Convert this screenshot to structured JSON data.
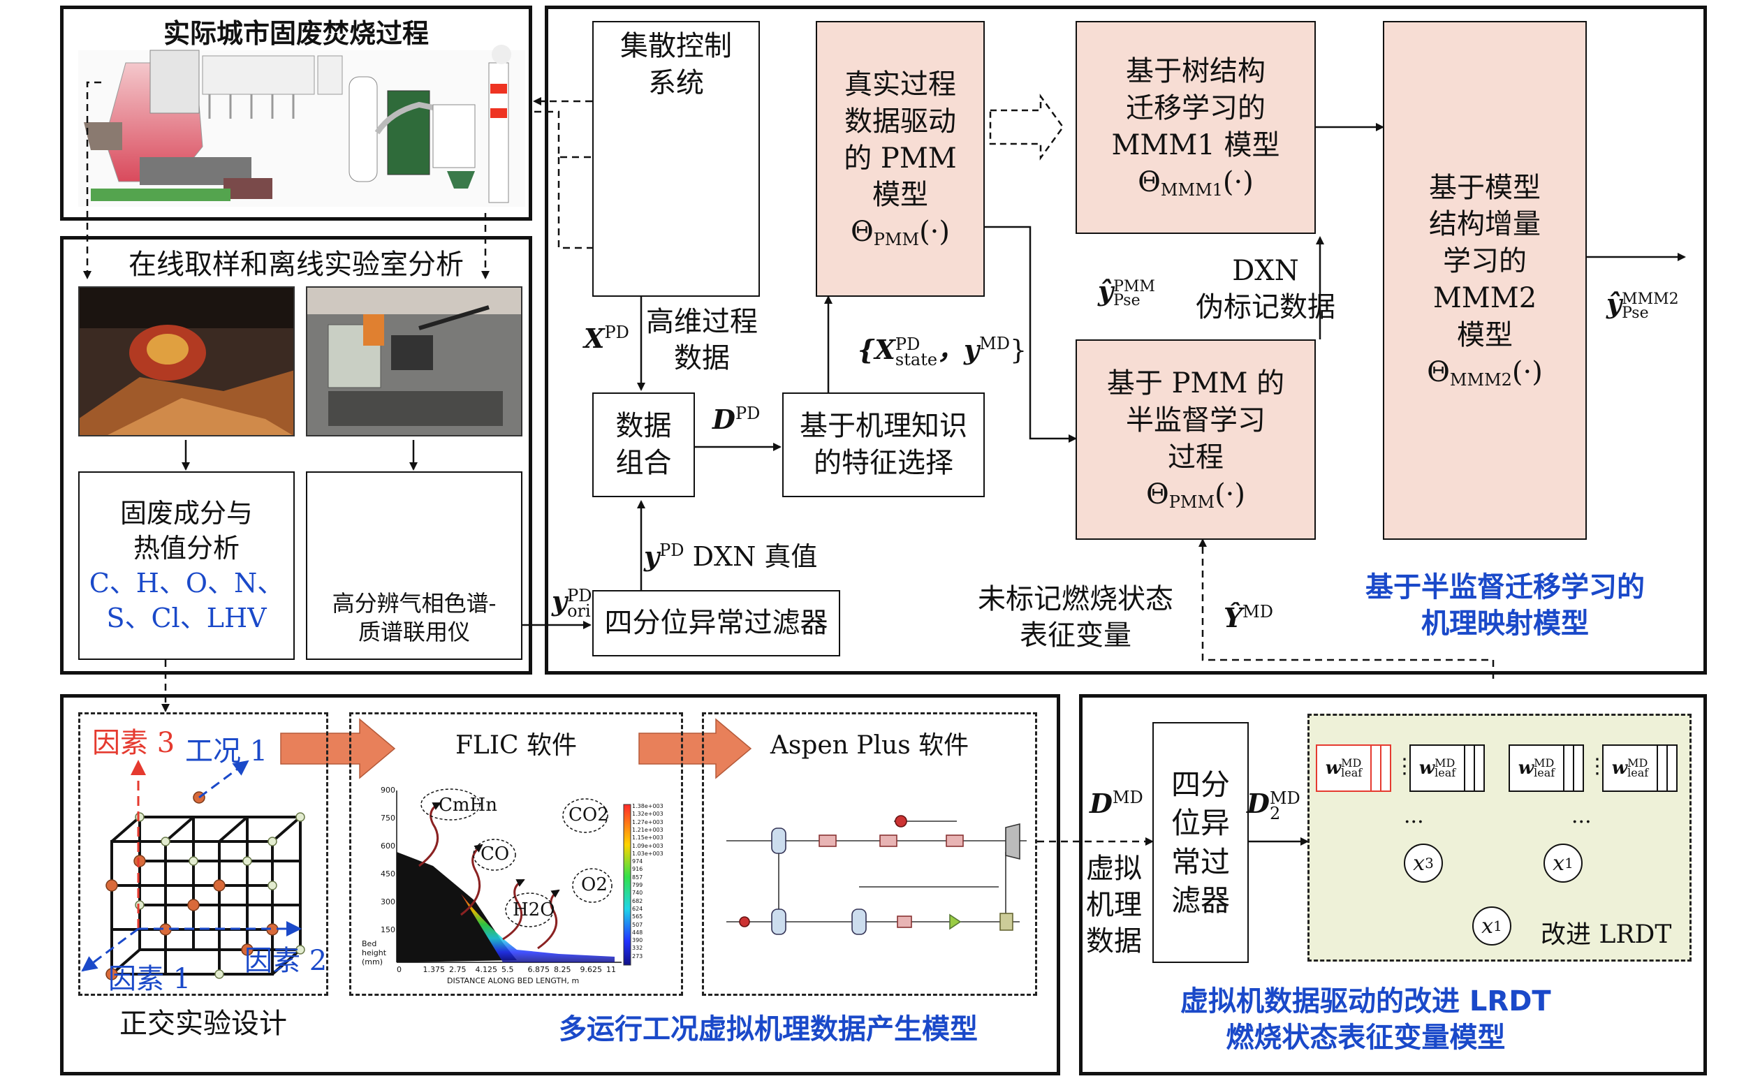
{
  "panel_top_left": {
    "title": "实际城市固废焚烧过程"
  },
  "panel_sampling": {
    "title": "在线取样和离线实验室分析",
    "analysis_box": {
      "line1": "固废成分与",
      "line2": "热值分析",
      "elements_line1": "C、H、O、N、",
      "elements_line2": "S、Cl、LHV"
    },
    "gcms_box": {
      "line1": "高分辨气相色谱-",
      "line2": "质谱联用仪"
    }
  },
  "dcs": {
    "line1": "集散控制",
    "line2": "系统"
  },
  "labels": {
    "x_pd": "X",
    "x_pd_sup": "PD",
    "high_dim_line1": "高维过程",
    "high_dim_line2": "数据",
    "d_pd": "D",
    "d_pd_sup": "PD",
    "y_pd": "y",
    "y_pd_sup": "PD",
    "dxn_true": "DXN 真值",
    "y_ori": "y",
    "y_ori_sup": "PD",
    "y_ori_sub": "ori",
    "x_state_set": "{X",
    "x_state_sup": "PD",
    "x_state_sub": "state",
    "x_state_y": "，y",
    "x_state_y_sup": "MD",
    "x_state_close": "}",
    "y_pse_pmm": "ŷ",
    "y_pse_pmm_sup": "PMM",
    "y_pse_pmm_sub": "Pse",
    "dxn_pseudo_line1": "DXN",
    "dxn_pseudo_line2": "伪标记数据",
    "y_pse_mmm2": "ŷ",
    "y_pse_mmm2_sup": "MMM2",
    "y_pse_mmm2_sub": "Pse",
    "unlabeled_line1": "未标记燃烧状态",
    "unlabeled_line2": "表征变量",
    "Y_md": "Ŷ",
    "Y_md_sup": "MD",
    "D_md": "D",
    "D_md_sup": "MD",
    "D_md_text_line1": "虚拟",
    "D_md_text_line2": "机理",
    "D_md_text_line3": "数据",
    "D2_md": "D",
    "D2_md_sup": "MD",
    "D2_md_sub": "2"
  },
  "boxes": {
    "data_combine": {
      "line1": "数据",
      "line2": "组合"
    },
    "feature_select": {
      "line1": "基于机理知识",
      "line2": "的特征选择"
    },
    "quartile_filter_top": "四分位异常过滤器",
    "pmm_model": {
      "line1": "真实过程",
      "line2": "数据驱动",
      "line3": "的 PMM",
      "line4": "模型",
      "theta": "Θ",
      "theta_sub": "PMM",
      "theta_arg": "(·)"
    },
    "mmm1": {
      "line1": "基于树结构",
      "line2": "迁移学习的",
      "line3": "MMM1 模型",
      "theta": "Θ",
      "theta_sub": "MMM1",
      "theta_arg": "(·)"
    },
    "semi": {
      "line1": "基于 PMM 的",
      "line2": "半监督学习",
      "line3": "过程",
      "theta": "Θ",
      "theta_sub": "PMM",
      "theta_arg": "(·)"
    },
    "mmm2": {
      "line1": "基于模型",
      "line2": "结构增量",
      "line3": "学习的",
      "line4": "MMM2",
      "line5": "模型",
      "theta": "Θ",
      "theta_sub": "MMM2",
      "theta_arg": "(·)"
    },
    "quartile_filter_bottom": {
      "line1": "四分",
      "line2": "位异",
      "line3": "常过",
      "line4": "滤器"
    }
  },
  "panel_right_top": {
    "caption_line1": "基于半监督迁移学习的",
    "caption_line2": "机理映射模型"
  },
  "panel_bottom_left": {
    "orthogonal": {
      "factor3": "因素 3",
      "cond1": "工况 1",
      "factor1": "因素 1",
      "factor2": "因素 2",
      "caption": "正交实验设计"
    },
    "flic": {
      "title": "FLIC 软件",
      "cmhn": "CmHn",
      "co": "CO",
      "co2": "CO2",
      "h2o": "H2O",
      "o2": "O2",
      "ylabel": "Bed height (mm)",
      "xlabel": "DISTANCE ALONG BED LENGTH, m",
      "yticks": [
        "900",
        "750",
        "600",
        "450",
        "300",
        "150"
      ],
      "xticks": [
        "0",
        "1.375",
        "2.75",
        "4.125",
        "5.5",
        "6.875",
        "8.25",
        "9.625",
        "11"
      ],
      "legend_values": [
        "1.38e+003",
        "1.32e+003",
        "1.27e+003",
        "1.21e+003",
        "1.15e+003",
        "1.09e+003",
        "1.03e+003",
        "974",
        "916",
        "857",
        "799",
        "740",
        "682",
        "624",
        "565",
        "507",
        "448",
        "390",
        "332",
        "273"
      ]
    },
    "aspen": {
      "title": "Aspen Plus 软件"
    },
    "caption": "多运行工况虚拟机理数据产生模型"
  },
  "panel_bottom_right": {
    "leaf": "w",
    "leaf_sup": "MD",
    "leaf_sub": "leaf",
    "x3": "x",
    "x3_sub": "3",
    "x1a": "x",
    "x1a_sub": "1",
    "x1b": "x",
    "x1b_sub": "1",
    "lrdt_label": "改进 LRDT",
    "caption_line1": "虚拟机数据驱动的改进 LRDT",
    "caption_line2": "燃烧状态表征变量模型"
  },
  "colors": {
    "pink": "#f7ddd4",
    "green": "#eef1d8",
    "blue": "#1a49c9",
    "red": "#e53a2f",
    "orange": "#e8805a"
  }
}
